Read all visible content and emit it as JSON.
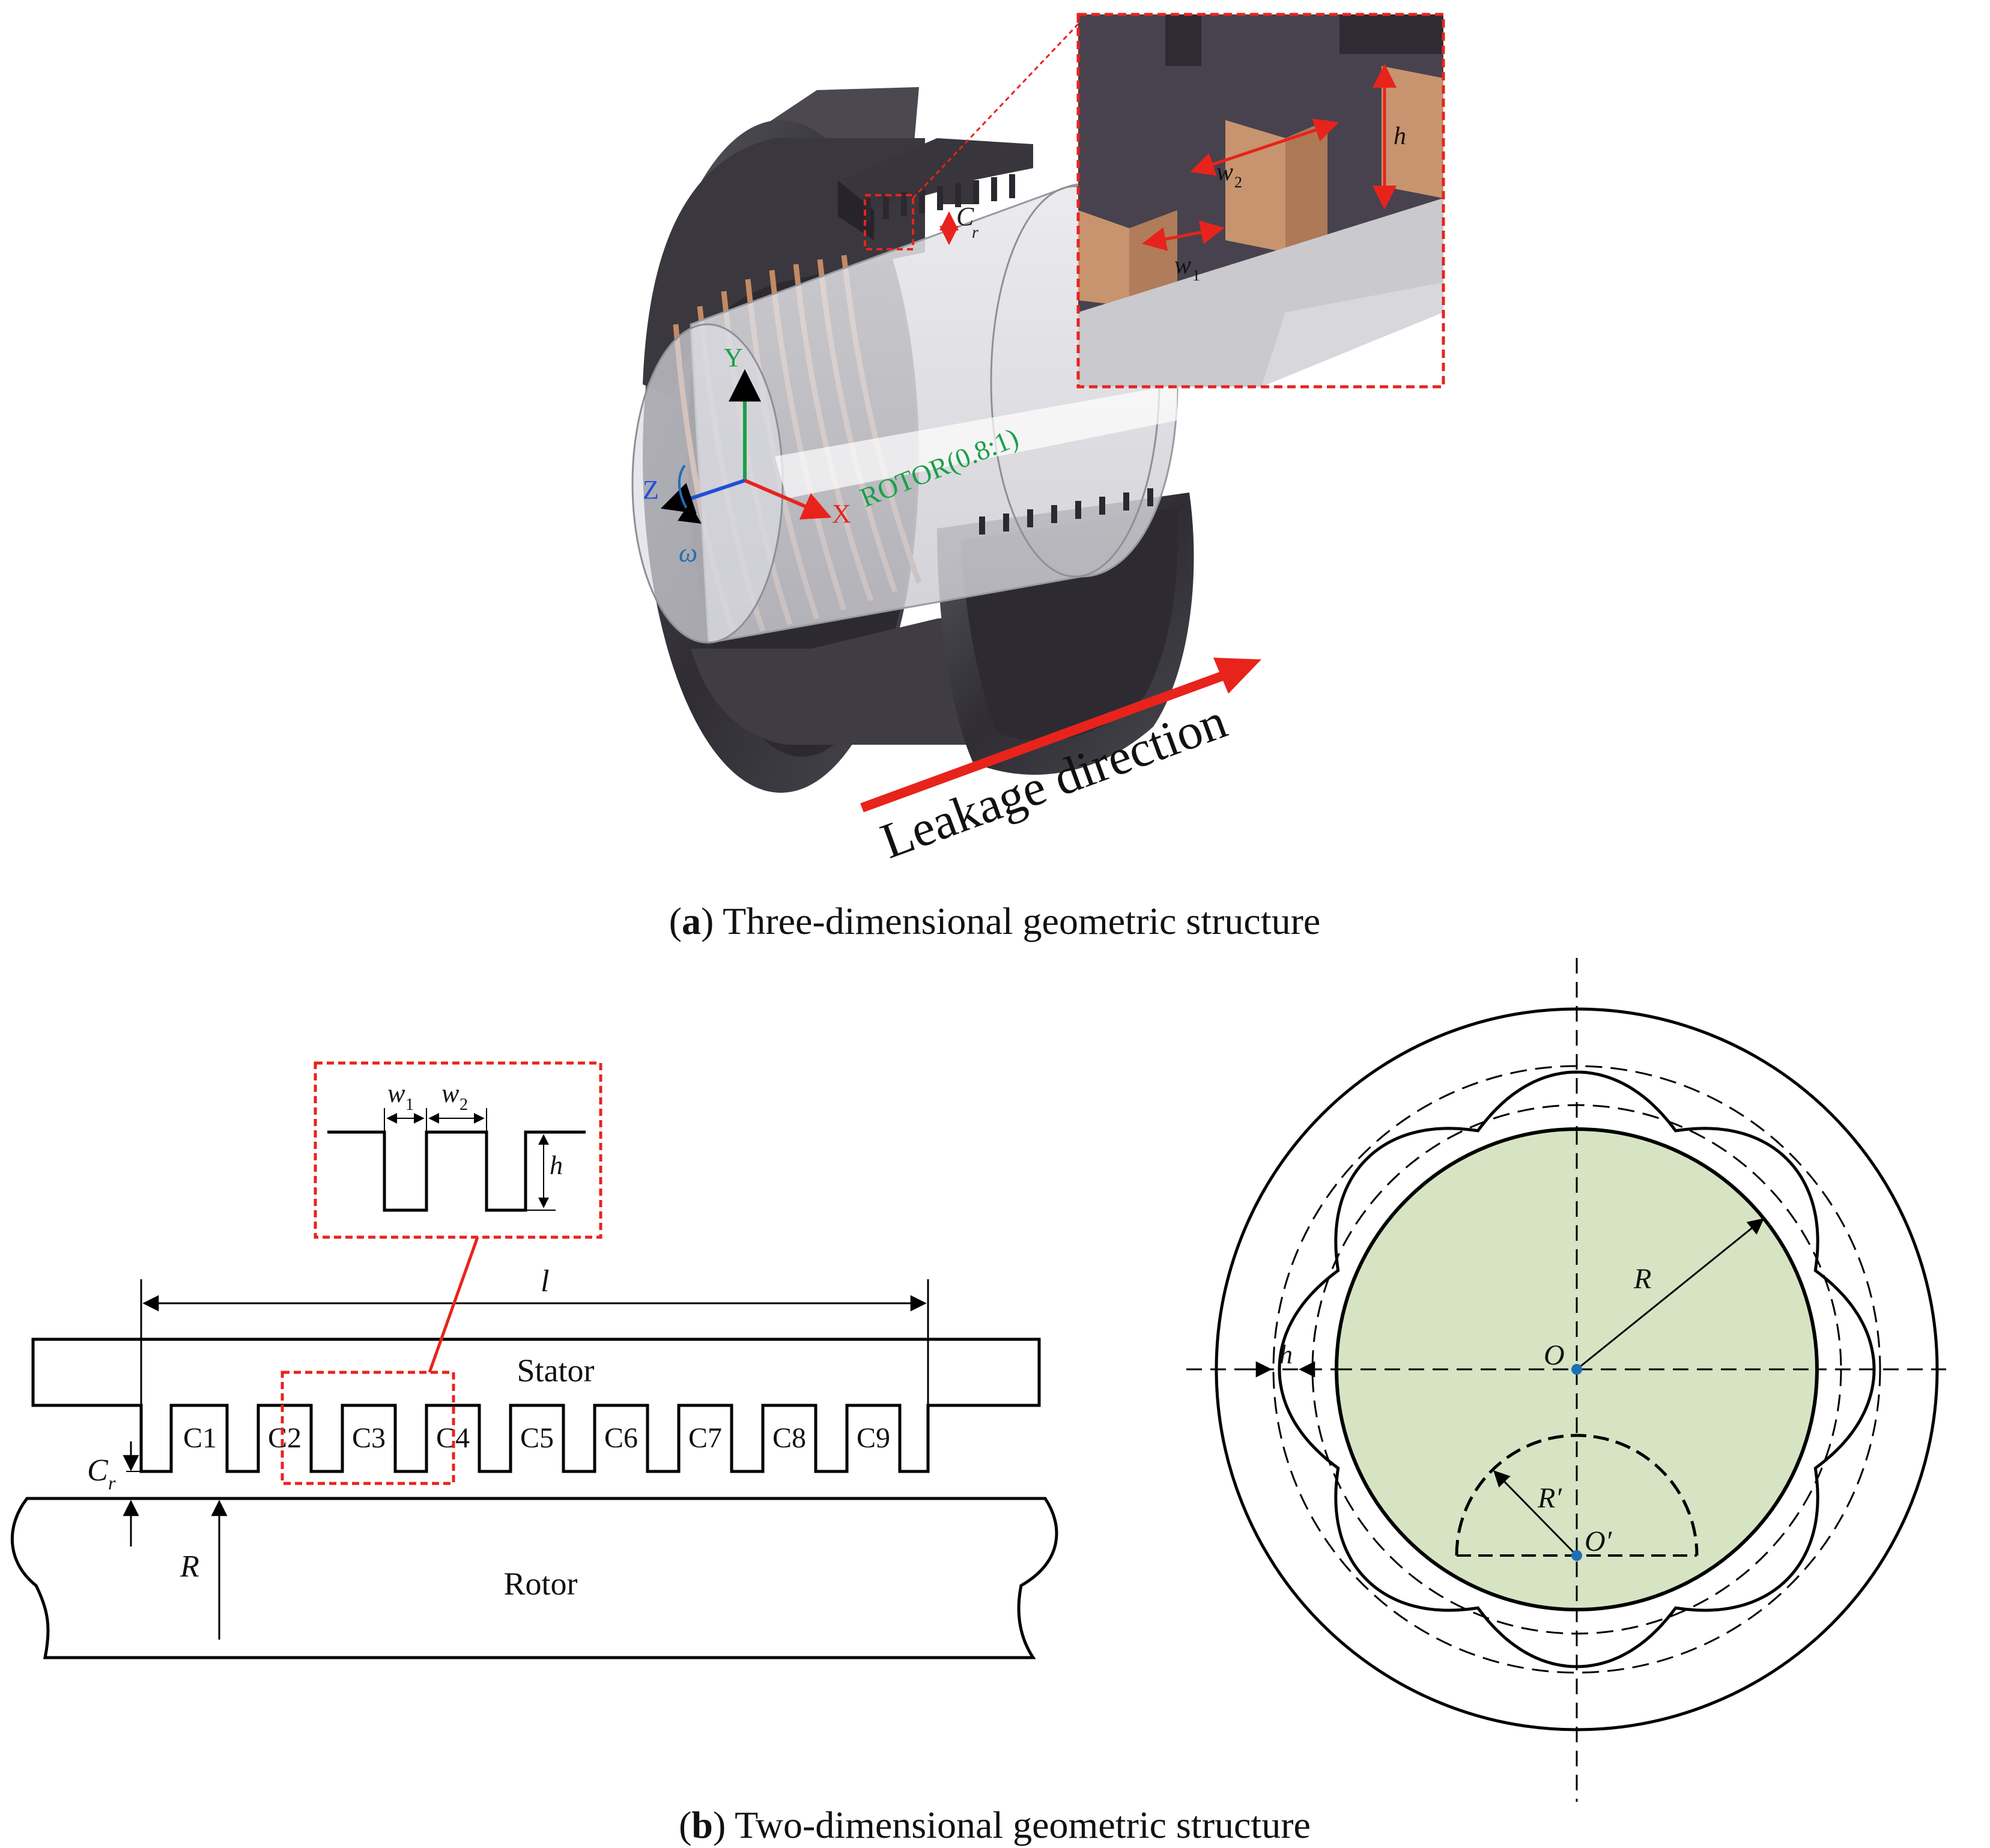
{
  "panel_a": {
    "caption_letter": "a",
    "caption_text": "Three-dimensional geometric structure",
    "rotor_label": "ROTOR(0.8:1)",
    "leakage_label": "Leakage direction",
    "axis_y": "Y",
    "axis_x": "X",
    "axis_z": "Z",
    "omega": "ω",
    "clearance_label": "C",
    "clearance_sub": "r",
    "inset": {
      "h": "h",
      "w2": "w",
      "w2_sub": "2",
      "w1": "w",
      "w1_sub": "1"
    }
  },
  "panel_b": {
    "caption_letter": "b",
    "caption_text": "Two-dimensional geometric structure",
    "stator_label": "Stator",
    "rotor_label": "Rotor",
    "length_label": "l",
    "clearance_label": "C",
    "clearance_sub": "r",
    "radius_label": "R",
    "cavities": [
      "C1",
      "C2",
      "C3",
      "C4",
      "C5",
      "C6",
      "C7",
      "C8",
      "C9"
    ],
    "detail": {
      "w1": "w",
      "w1_sub": "1",
      "w2": "w",
      "w2_sub": "2",
      "h": "h"
    },
    "circle": {
      "center": "O",
      "radius": "R",
      "small_center": "O′",
      "small_radius": "R′",
      "h": "h"
    }
  },
  "colors": {
    "accent_red": "#e8231c",
    "seal_dark": "#3d3a42",
    "copper": "#c89474",
    "rotor_fill": "#d6e4c4",
    "point_blue": "#1f6fb4",
    "rotor_text_green": "#1aa048"
  }
}
